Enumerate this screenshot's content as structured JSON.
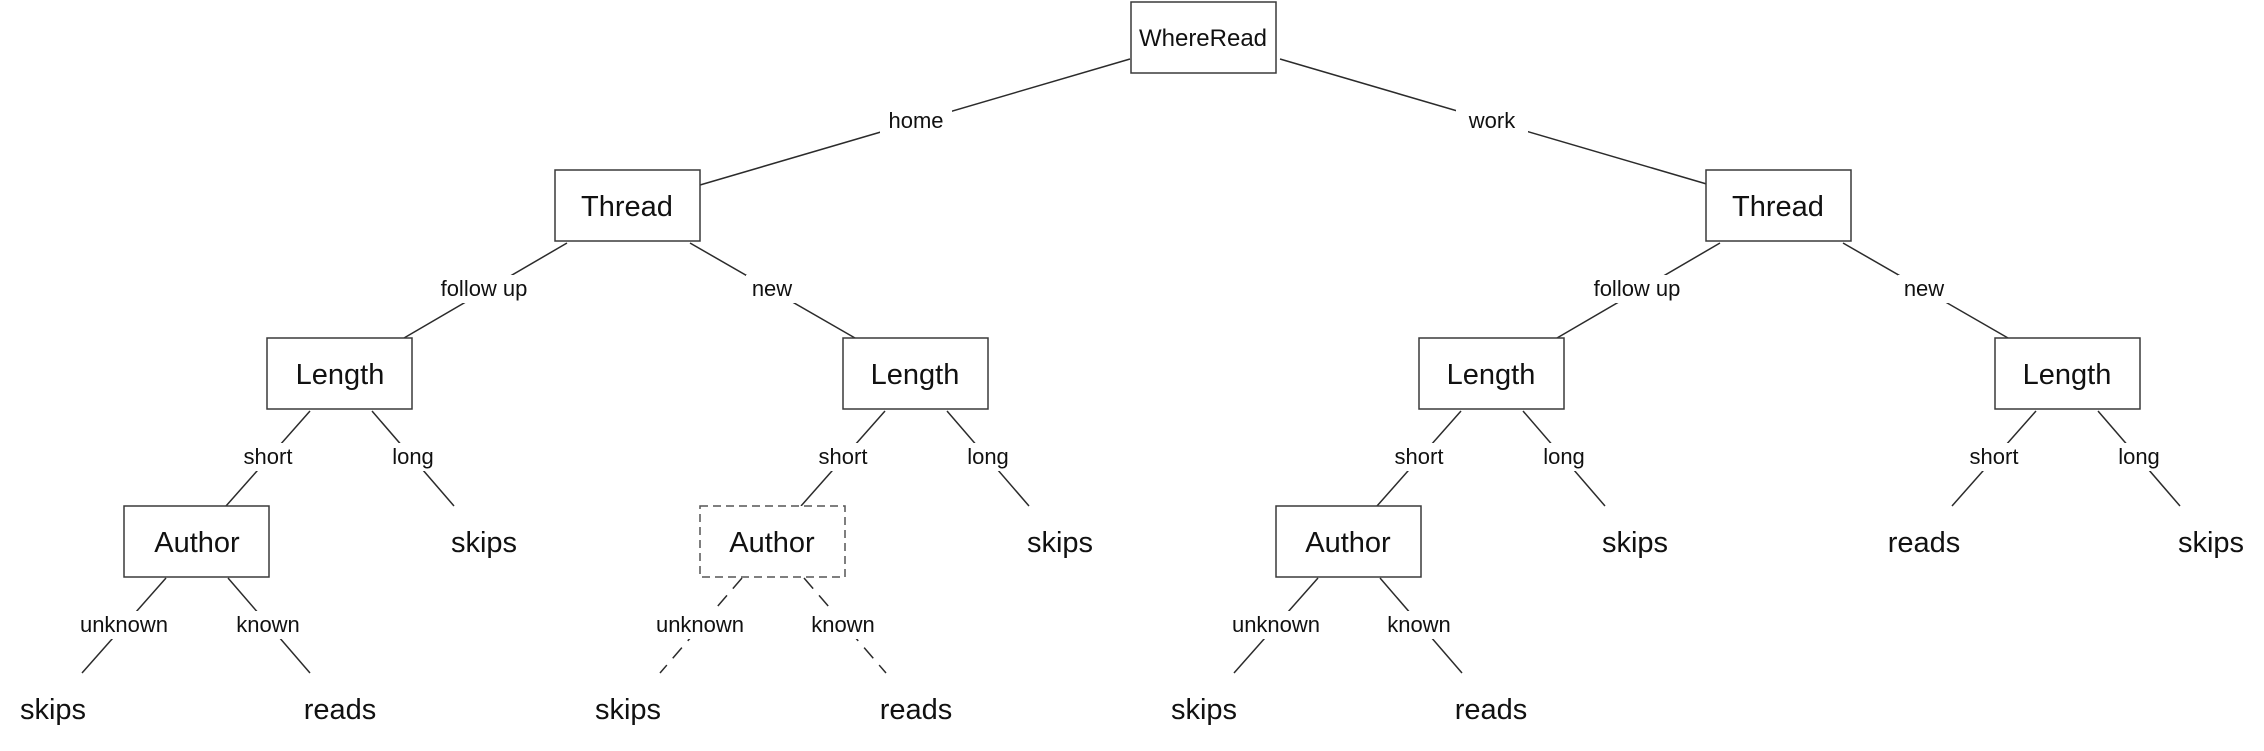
{
  "root": {
    "label": "WhereRead"
  },
  "level1": [
    {
      "edge_label": "home",
      "label": "Thread"
    },
    {
      "edge_label": "work",
      "label": "Thread"
    }
  ],
  "level2": [
    {
      "edge_label": "follow up",
      "label": "Length"
    },
    {
      "edge_label": "new",
      "label": "Length"
    },
    {
      "edge_label": "follow up",
      "label": "Length"
    },
    {
      "edge_label": "new",
      "label": "Length"
    }
  ],
  "level3": [
    {
      "edge_label": "short",
      "label": "Author",
      "kind": "node"
    },
    {
      "edge_label": "long",
      "label": "skips",
      "kind": "leaf"
    },
    {
      "edge_label": "short",
      "label": "Author",
      "kind": "node",
      "dashed": true
    },
    {
      "edge_label": "long",
      "label": "skips",
      "kind": "leaf"
    },
    {
      "edge_label": "short",
      "label": "Author",
      "kind": "node"
    },
    {
      "edge_label": "long",
      "label": "skips",
      "kind": "leaf"
    },
    {
      "edge_label": "short",
      "label": "reads",
      "kind": "leaf"
    },
    {
      "edge_label": "long",
      "label": "skips",
      "kind": "leaf"
    }
  ],
  "level4": [
    {
      "edge_label": "unknown",
      "label": "skips"
    },
    {
      "edge_label": "known",
      "label": "reads"
    },
    {
      "edge_label": "unknown",
      "label": "skips",
      "dashed": true
    },
    {
      "edge_label": "known",
      "label": "reads",
      "dashed": true
    },
    {
      "edge_label": "unknown",
      "label": "skips"
    },
    {
      "edge_label": "known",
      "label": "reads"
    }
  ]
}
